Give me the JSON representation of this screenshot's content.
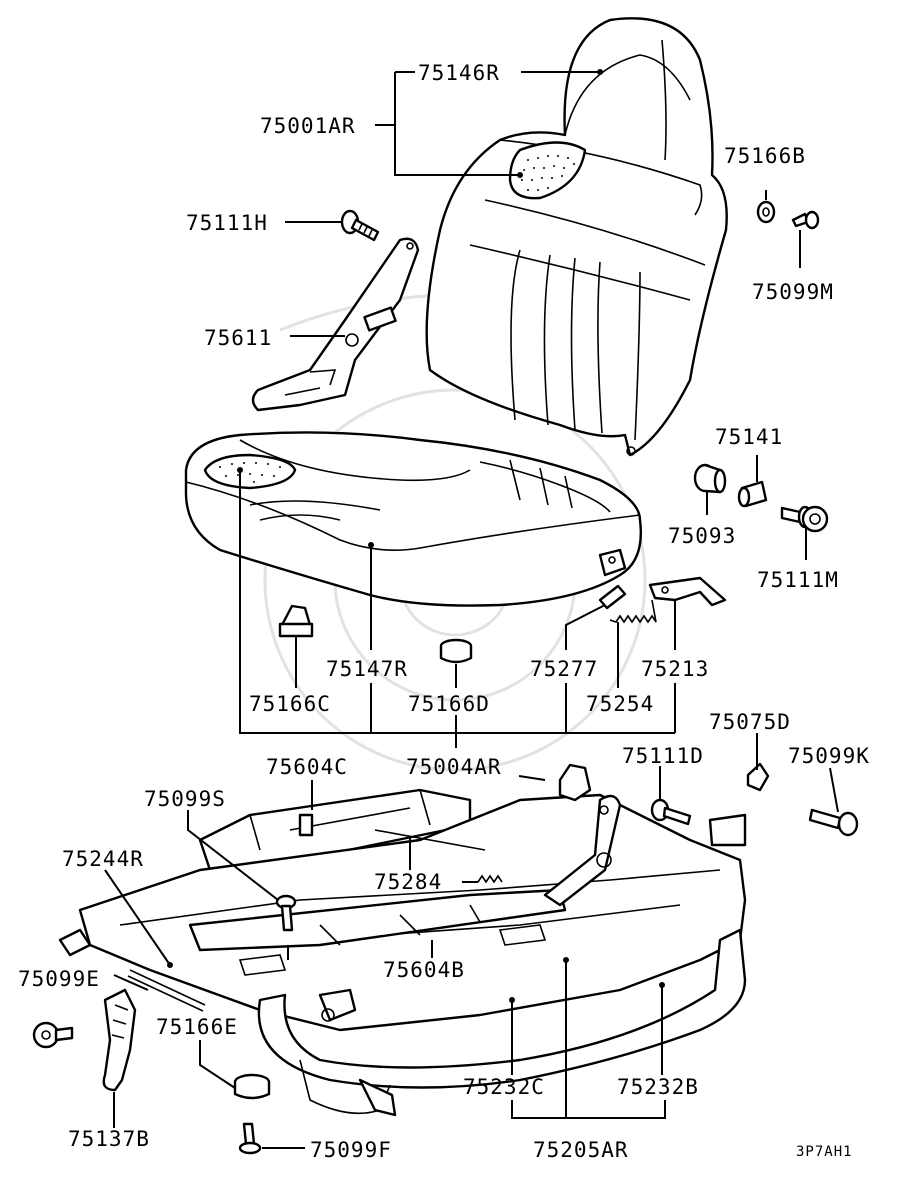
{
  "diagram_code": "3P7AH1",
  "labels": {
    "p75146R": "75146R",
    "p75001AR": "75001AR",
    "p75166B": "75166B",
    "p75111H": "75111H",
    "p75099M": "75099M",
    "p75611": "75611",
    "p75141": "75141",
    "p75093": "75093",
    "p75111M": "75111M",
    "p75166C": "75166C",
    "p75147R": "75147R",
    "p75166D": "75166D",
    "p75277": "75277",
    "p75213": "75213",
    "p75254": "75254",
    "p75075D": "75075D",
    "p75604C": "75604C",
    "p75004AR": "75004AR",
    "p75111D": "75111D",
    "p75099K": "75099K",
    "p75099S": "75099S",
    "p75244R": "75244R",
    "p75284": "75284",
    "p75099E": "75099E",
    "p75604B": "75604B",
    "p75166E": "75166E",
    "p75232C": "75232C",
    "p75232B": "75232B",
    "p75137B": "75137B",
    "p75099F": "75099F",
    "p75205AR": "75205AR"
  }
}
